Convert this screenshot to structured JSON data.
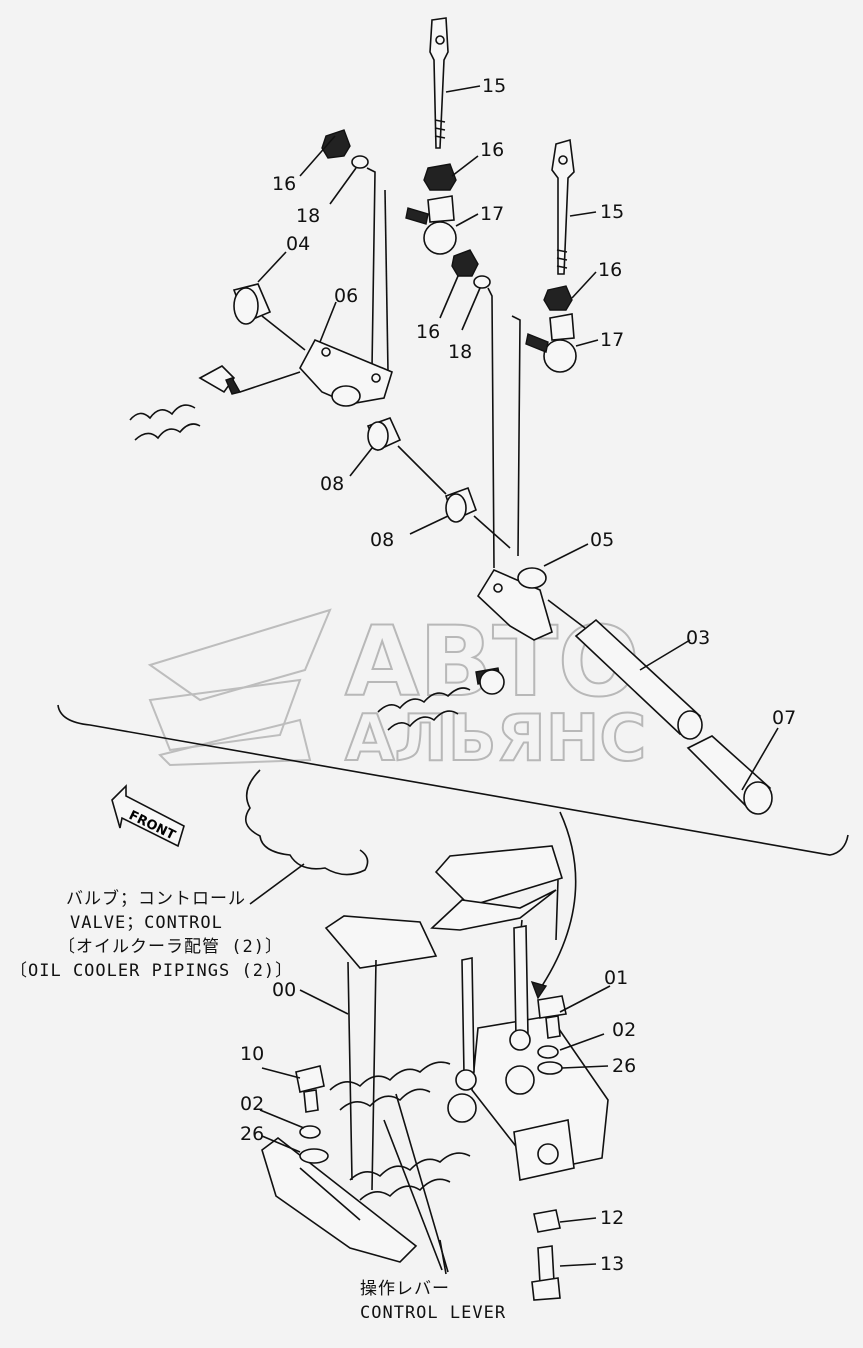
{
  "part_labels": {
    "p15a": "15",
    "p16a": "16",
    "p16b": "16",
    "p18a": "18",
    "p17a": "17",
    "p15b": "15",
    "p04": "04",
    "p06": "06",
    "p16c": "16",
    "p18b": "18",
    "p16d": "16",
    "p17b": "17",
    "p08a": "08",
    "p08b": "08",
    "p05": "05",
    "p03": "03",
    "p07": "07",
    "p00": "00",
    "p01": "01",
    "p02a": "02",
    "p26a": "26",
    "p10": "10",
    "p02b": "02",
    "p26b": "26",
    "p12": "12",
    "p13": "13"
  },
  "front_label": "FRONT",
  "valve_caption": {
    "jp": "バルブ；コントロール",
    "en": "VALVE；CONTROL",
    "jp2": "〔オイルクーラ配管 (2)〕",
    "en2": "〔OIL COOLER PIPINGS (2)〕"
  },
  "lever_caption": {
    "jp": "操作レバー",
    "en": "CONTROL LEVER"
  },
  "watermark": {
    "line1": "АВТО",
    "line2": "АЛЬЯНС"
  }
}
